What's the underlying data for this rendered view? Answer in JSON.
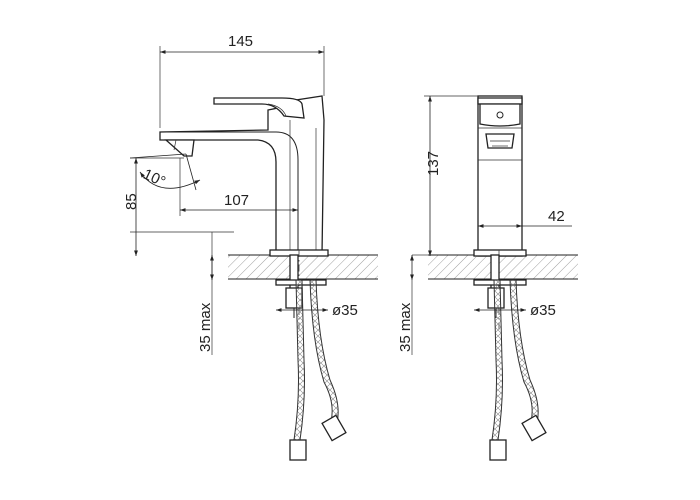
{
  "dimensions": {
    "overall_length": "145",
    "spout_reach": "107",
    "spout_height": "85",
    "spout_angle": "10°",
    "overall_height": "137",
    "body_width": "42",
    "hole_diameter_side": "ø35",
    "hole_diameter_front": "ø35",
    "max_thickness_side": "35 max",
    "max_thickness_front": "35 max"
  }
}
